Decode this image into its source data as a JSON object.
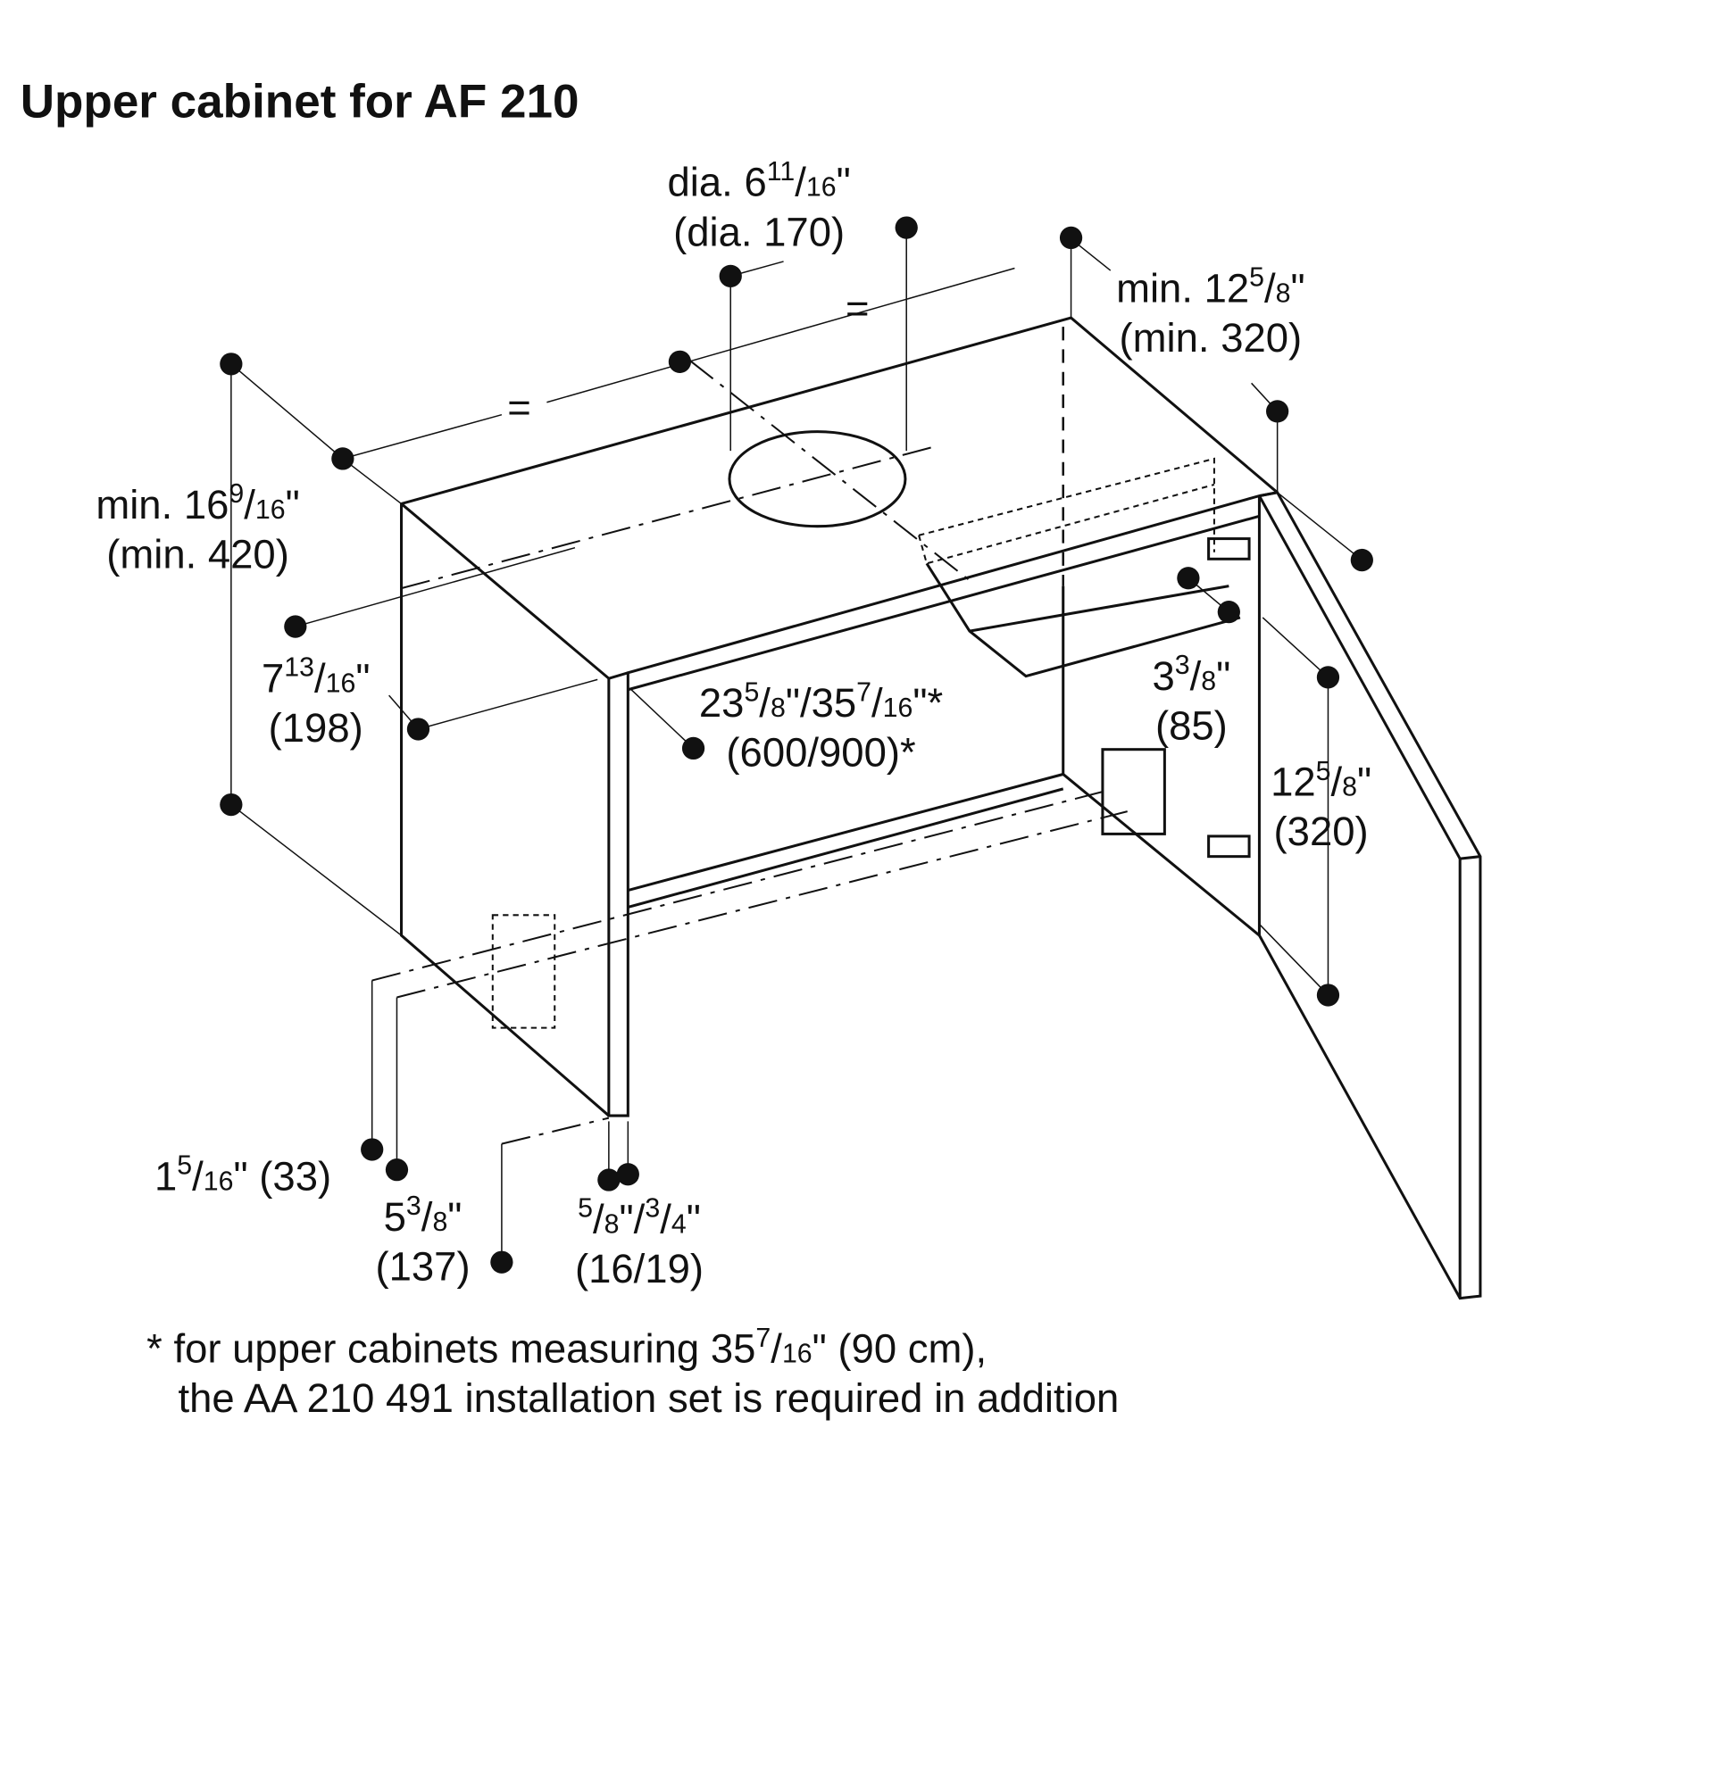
{
  "title": "Upper cabinet for AF 210",
  "labels": {
    "duct_dia": {
      "prefix": "dia. 6",
      "num": "11",
      "den": "16",
      "suffix": "\"",
      "metric": "(dia. 170)"
    },
    "depth_min": {
      "prefix": "min. 12",
      "num": "5",
      "den": "8",
      "suffix": "\"",
      "metric": "(min. 320)"
    },
    "height_min": {
      "prefix": "min. 16",
      "num": "9",
      "den": "16",
      "suffix": "\"",
      "metric": "(min. 420)"
    },
    "offset_198": {
      "prefix": "7",
      "num": "13",
      "den": "16",
      "suffix": "\"",
      "metric": "(198)"
    },
    "width": {
      "prefix": "23",
      "num": "5",
      "den": "8",
      "mid": "\"/35",
      "num2": "7",
      "den2": "16",
      "suffix": "\"*",
      "metric": "(600/900)*"
    },
    "offset_85": {
      "prefix": "3",
      "num": "3",
      "den": "8",
      "suffix": "\"",
      "metric": "(85)"
    },
    "door_320": {
      "prefix": "12",
      "num": "5",
      "den": "8",
      "suffix": "\"",
      "metric": "(320)"
    },
    "offset_33": {
      "prefix": "1",
      "num": "5",
      "den": "16",
      "suffix": "\" (33)"
    },
    "offset_137": {
      "prefix": "5",
      "num": "3",
      "den": "8",
      "suffix": "\"",
      "metric": "(137)"
    },
    "thickness": {
      "num": "5",
      "den": "8",
      "mid": "\"",
      "num2": "3",
      "den2": "4",
      "suffix": "\"",
      "metric": "(16/19)"
    },
    "equal_left": "=",
    "equal_right": "="
  },
  "footnote": {
    "line1_a": "* for upper cabinets measuring 35",
    "num": "7",
    "den": "16",
    "line1_b": "\" (90 cm),",
    "line2": "the AA 210 491 installation set is required in addition"
  }
}
